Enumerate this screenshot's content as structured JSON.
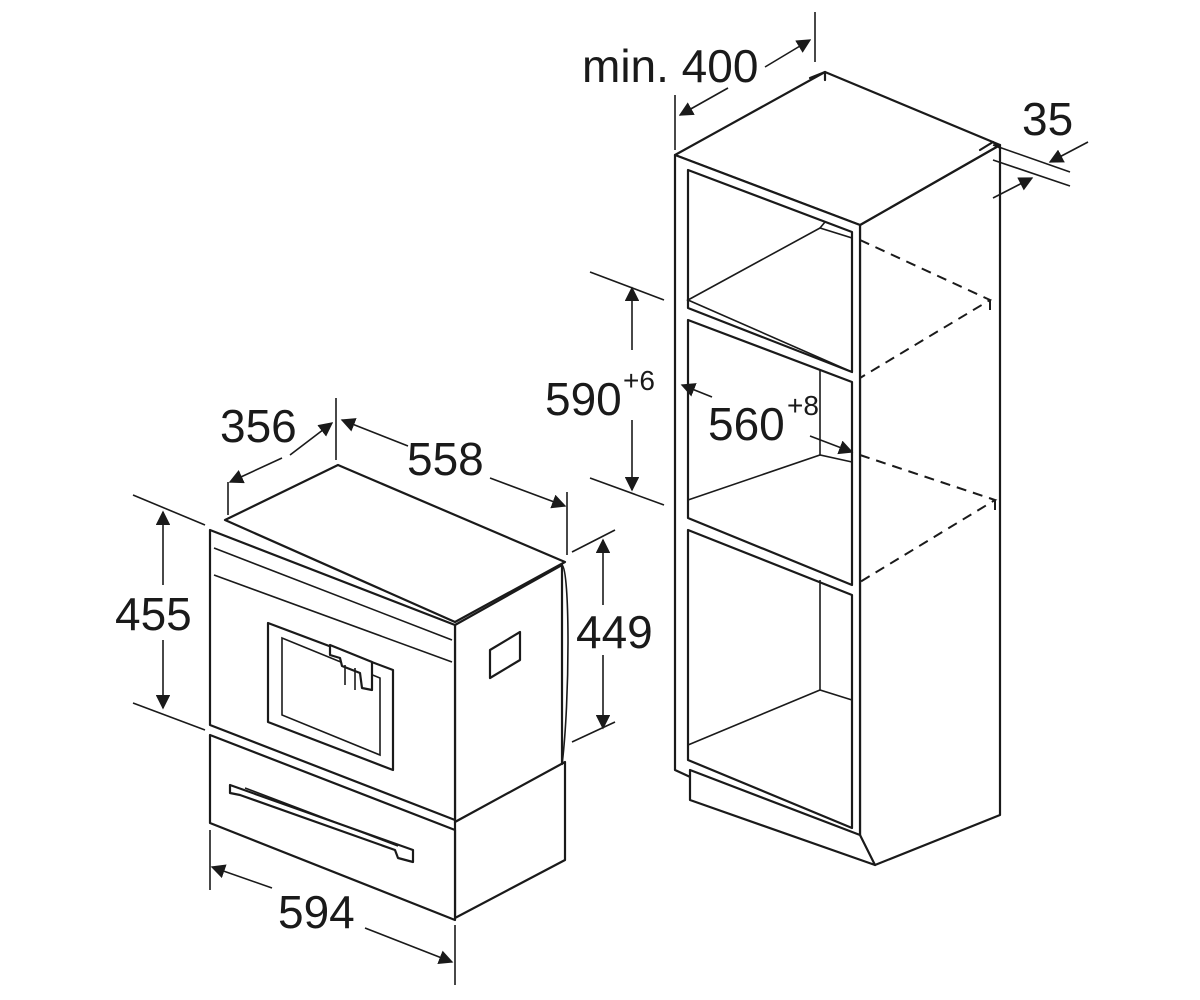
{
  "dimensions": {
    "cabinet_depth": "min. 400",
    "rear_gap": "35",
    "niche_height": "590",
    "niche_height_tolerance": "+6",
    "niche_width": "560",
    "niche_width_tolerance": "+8",
    "appliance_depth": "356",
    "appliance_width_top": "558",
    "appliance_front_height": "455",
    "appliance_body_height": "449",
    "appliance_front_width": "594"
  }
}
